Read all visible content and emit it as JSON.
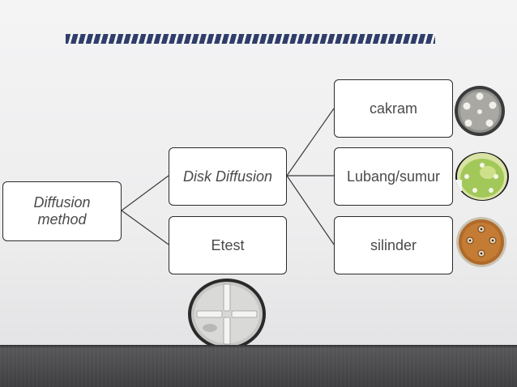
{
  "diagram": {
    "root": {
      "label": "Diffusion method"
    },
    "level1": [
      {
        "id": "disk",
        "label": "Disk Diffusion"
      },
      {
        "id": "etest",
        "label": "Etest"
      }
    ],
    "level2": [
      {
        "id": "cakram",
        "label": "cakram"
      },
      {
        "id": "lubang",
        "label": "Lubang/sumur"
      },
      {
        "id": "silinder",
        "label": "silinder"
      }
    ]
  },
  "colors": {
    "accent_stripe": "#2f3e6b",
    "box_border": "#2b2b2b",
    "text": "#4a4a4a",
    "floor": "#4a4a4c"
  },
  "images": [
    {
      "id": "cakram-dish",
      "icon": "petri-dish-disks-icon"
    },
    {
      "id": "lubang-dish",
      "icon": "petri-dish-green-wells-icon"
    },
    {
      "id": "silinder-dish",
      "icon": "petri-dish-orange-cylinders-icon"
    },
    {
      "id": "etest-dish",
      "icon": "etest-plate-icon"
    }
  ]
}
